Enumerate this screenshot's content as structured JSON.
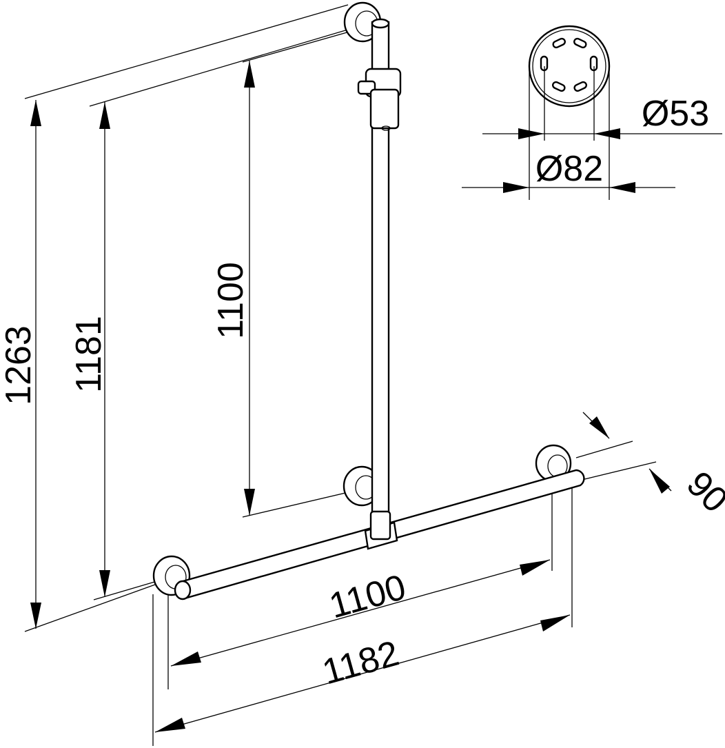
{
  "colors": {
    "line": "#000000",
    "background": "#ffffff"
  },
  "dimensions": {
    "overall_height": "1263",
    "post_height": "1181",
    "vertical_bar": "1100",
    "horizontal_bar": "1100",
    "overall_width": "1182",
    "projection": "90",
    "rose_outer": "Ø82",
    "rose_inner": "Ø53"
  }
}
